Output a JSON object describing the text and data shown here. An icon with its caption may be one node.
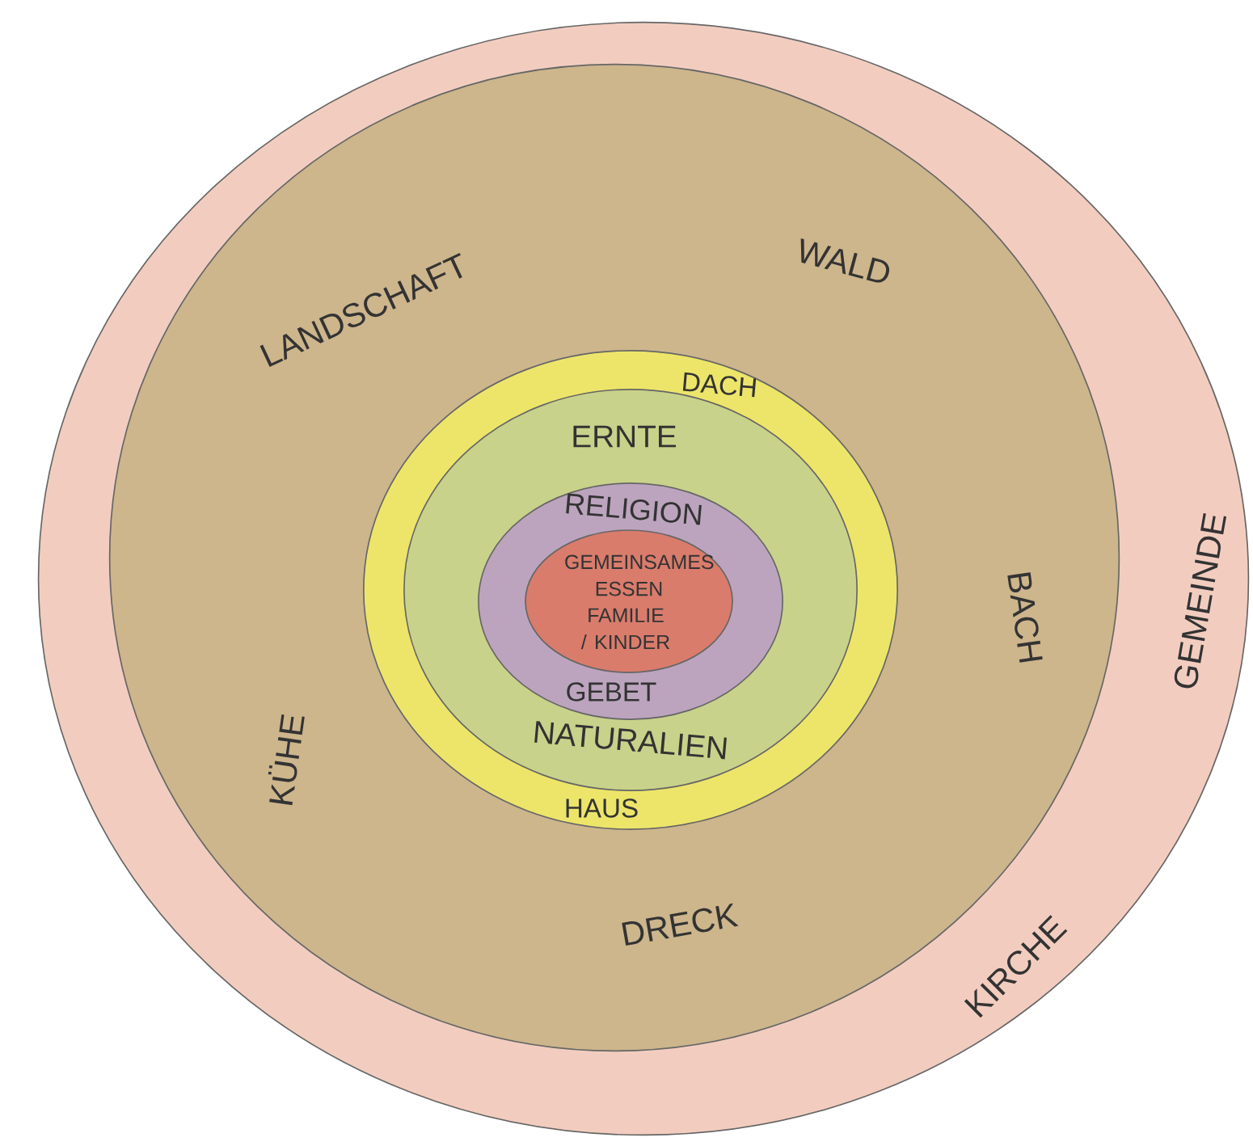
{
  "diagram": {
    "nodes": [
      {
        "text": [
          "GEMEINDE",
          "KIRCHE"
        ]
      },
      {
        "text": [
          "LANDSCHAFT",
          "WALD",
          "BACH",
          "KÜHE",
          "DRECK"
        ],
        "in": 0
      },
      {
        "text": [
          "DACH",
          "HAUS"
        ],
        "in": 1
      },
      {
        "text": [
          "ERNTE",
          "NATURALIEN"
        ],
        "in": 2
      },
      {
        "text": [
          "RELIGION",
          "GEBET"
        ],
        "in": 3
      },
      {
        "text": [
          "GEMEINSAMES ESSEN",
          "FAMILIE / KINDER"
        ],
        "in": 4
      }
    ]
  }
}
